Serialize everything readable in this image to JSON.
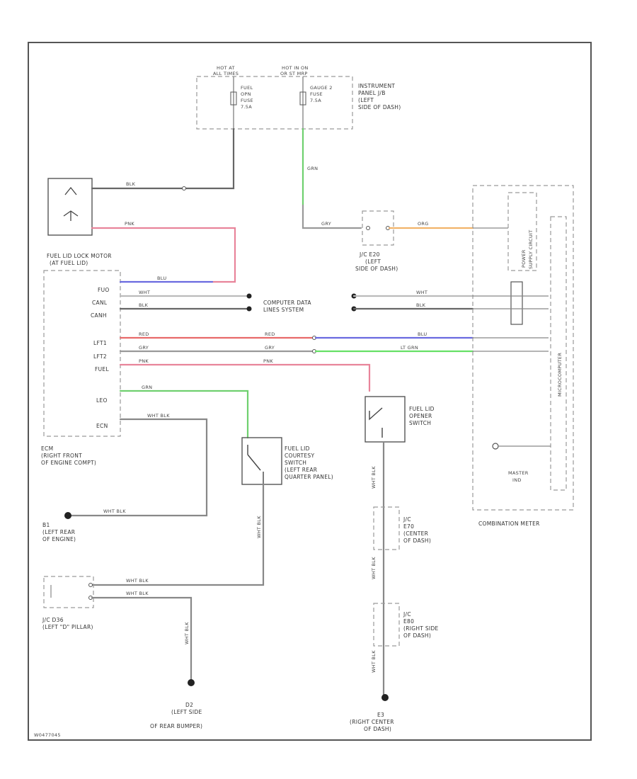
{
  "colors": {
    "BLK": "#666666",
    "PNK": "#e8849a",
    "BLU": "#6a6ae0",
    "WHT": "#bbbbbb",
    "RED": "#e86a6a",
    "GRY": "#999999",
    "GRN": "#6fd06f",
    "LTGRN": "#66e066",
    "ORG": "#f2b36a",
    "WHTBLK": "#888888"
  },
  "fuse_box": {
    "hot1": [
      "HOT AT",
      "ALL TIMES"
    ],
    "hot2": [
      "HOT IN ON",
      "OR ST MRP"
    ],
    "fuse1": [
      "FUEL",
      "OPN",
      "FUSE",
      "7.5A"
    ],
    "fuse2": [
      "GAUGE 2",
      "FUSE",
      "7.5A"
    ],
    "name": [
      "INSTRUMENT",
      "PANEL J/B",
      "(LEFT",
      "SIDE OF DASH)"
    ]
  },
  "motor_label": [
    "FUEL LID LOCK MOTOR",
    "(AT FUEL LID)"
  ],
  "ecm": {
    "pins": [
      "FUO",
      "CANL",
      "CANH",
      "LFT1",
      "LFT2",
      "FUEL",
      "LEO",
      "ECN"
    ],
    "name": [
      "ECM",
      "(RIGHT FRONT",
      "OF ENGINE COMPT)"
    ]
  },
  "computer_data": [
    "COMPUTER DATA",
    "LINES SYSTEM"
  ],
  "junction_e20": [
    "J/C E20",
    "(LEFT",
    "SIDE OF DASH)"
  ],
  "lid_opener": [
    "FUEL LID",
    "OPENER",
    "SWITCH"
  ],
  "courtesy": [
    "FUEL LID",
    "COURTESY",
    "SWITCH",
    "(LEFT REAR",
    "QUARTER PANEL)"
  ],
  "ground_b1": [
    "B1",
    "(LEFT REAR",
    "OF ENGINE)"
  ],
  "jc_d36": [
    "J/C D36",
    "(LEFT \"D\" PILLAR)"
  ],
  "ground_d2": [
    "D2",
    "(LEFT SIDE",
    "OF REAR BUMPER)"
  ],
  "jc_center": [
    "J/C",
    "E70",
    "(CENTER",
    "OF DASH)"
  ],
  "jc_right": [
    "J/C",
    "E80",
    "(RIGHT SIDE",
    "OF DASH)"
  ],
  "ground_e3": [
    "E3",
    "(RIGHT CENTER",
    "OF DASH)"
  ],
  "meter": {
    "name": "COMBINATION METER",
    "power": [
      "POWER",
      "SUPPLY CIRCUIT"
    ],
    "master": [
      "MASTER",
      "IND"
    ],
    "side": "MICROCOMPUTER"
  },
  "wires": {
    "blk": "BLK",
    "pnk": "PNK",
    "blu": "BLU",
    "wht": "WHT",
    "red": "RED",
    "gry": "GRY",
    "grn": "GRN",
    "ltgrn": "LT GRN",
    "org": "ORG",
    "whtblk": "WHT BLK"
  },
  "footer_code": "W0477045"
}
